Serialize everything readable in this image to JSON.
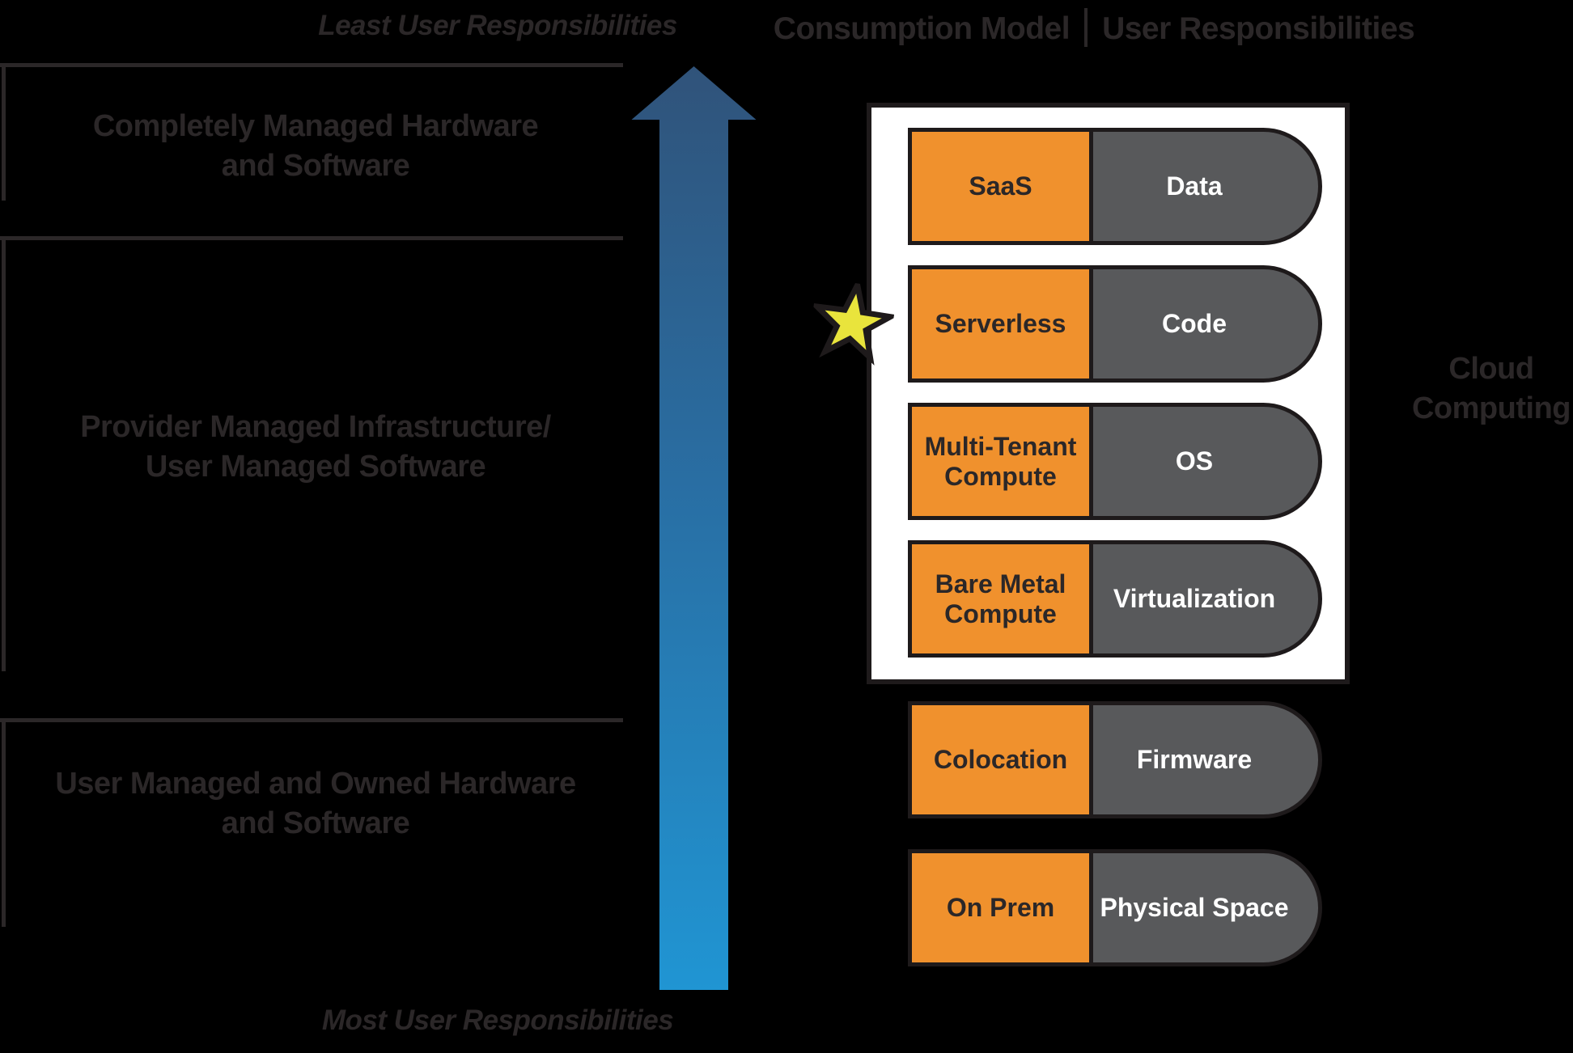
{
  "title_labels": {
    "least": "Least User Responsibilities",
    "most": "Most User Responsibilities"
  },
  "header": {
    "model": "Consumption Model",
    "responsibilities": "User Responsibilities"
  },
  "sections": [
    {
      "label": "Completely Managed Hardware\nand Software"
    },
    {
      "label": "Provider Managed Infrastructure/\nUser Managed Software"
    },
    {
      "label": "User Managed and Owned Hardware\nand Software"
    }
  ],
  "cloud_computing_label": "Cloud\nComputing",
  "rows": [
    {
      "model": "SaaS",
      "responsibility": "Data"
    },
    {
      "model": "Serverless",
      "responsibility": "Code",
      "starred": true
    },
    {
      "model": "Multi-Tenant\nCompute",
      "responsibility": "OS"
    },
    {
      "model": "Bare Metal\nCompute",
      "responsibility": "Virtualization"
    },
    {
      "model": "Colocation",
      "responsibility": "Firmware"
    },
    {
      "model": "On Prem",
      "responsibility": "Physical Space"
    }
  ],
  "colors": {
    "background": "#000000",
    "orange_cell": "#f0912d",
    "gray_cell": "#58595b",
    "white_box": "#ffffff",
    "outline": "#1e1a1b",
    "dark_text": "#2b2728",
    "arrow_gradient_top": "#30537a",
    "arrow_gradient_bottom": "#2095d3",
    "star_fill": "#e9e43c"
  }
}
